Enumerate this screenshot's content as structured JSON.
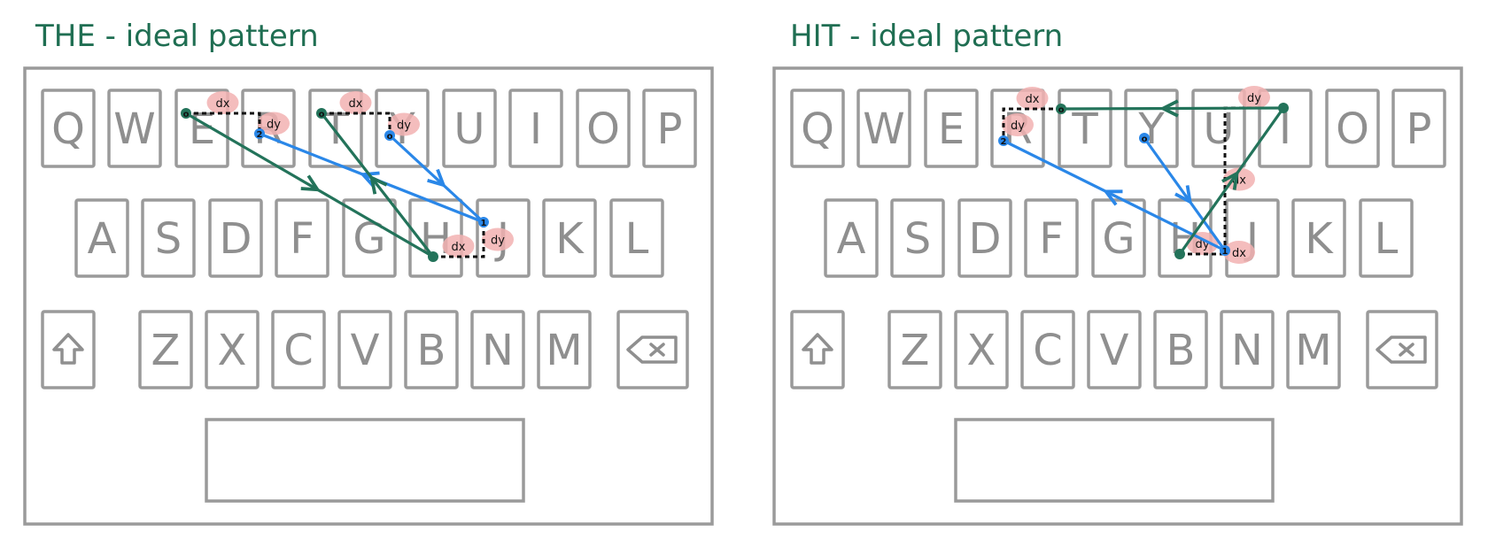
{
  "panels": [
    {
      "title": "THE - ideal pattern",
      "word": "THE",
      "green_path": [
        "E",
        "H",
        "T"
      ],
      "blue_path": [
        "Y",
        "J",
        "R"
      ],
      "point_labels": {
        "E": "o",
        "H": "",
        "T": "o",
        "Y": "o",
        "J": "1",
        "R": "2"
      },
      "gaps": [
        {
          "from": "E",
          "to": "R",
          "labels": [
            "dx",
            "dy"
          ]
        },
        {
          "from": "T",
          "to": "Y",
          "labels": [
            "dx",
            "dy"
          ]
        },
        {
          "from": "H",
          "to": "J",
          "labels": [
            "dx",
            "dy"
          ]
        }
      ]
    },
    {
      "title": "HIT - ideal pattern",
      "word": "HIT",
      "green_path": [
        "H",
        "I",
        "T"
      ],
      "blue_path": [
        "Y",
        "J",
        "R"
      ],
      "point_labels": {
        "H": "",
        "I": "",
        "T": "o",
        "Y": "o",
        "J": "1",
        "R": "2"
      },
      "gaps": [
        {
          "from": "T",
          "to": "R",
          "labels": [
            "dx",
            "dy"
          ]
        },
        {
          "from": "I",
          "to": "J",
          "labels": [
            "dy",
            "dx"
          ]
        },
        {
          "from": "H",
          "to": "J",
          "labels": [
            "dy",
            "dx"
          ]
        }
      ]
    }
  ],
  "keyboard": {
    "rows": [
      [
        "Q",
        "W",
        "E",
        "R",
        "T",
        "Y",
        "U",
        "I",
        "O",
        "P"
      ],
      [
        "A",
        "S",
        "D",
        "F",
        "G",
        "H",
        "J",
        "K",
        "L"
      ],
      [
        "shift-icon",
        "Z",
        "X",
        "C",
        "V",
        "B",
        "N",
        "M",
        "backspace-icon"
      ]
    ],
    "space_label": ""
  },
  "colors": {
    "title": "#1f6e52",
    "frame": "#9a9a9a",
    "key_text": "#8f8f8f",
    "green_path": "#23735a",
    "blue_path": "#2a87e8",
    "highlight": "#f2b1b1",
    "dash": "#111111",
    "point_text": "#111111"
  }
}
